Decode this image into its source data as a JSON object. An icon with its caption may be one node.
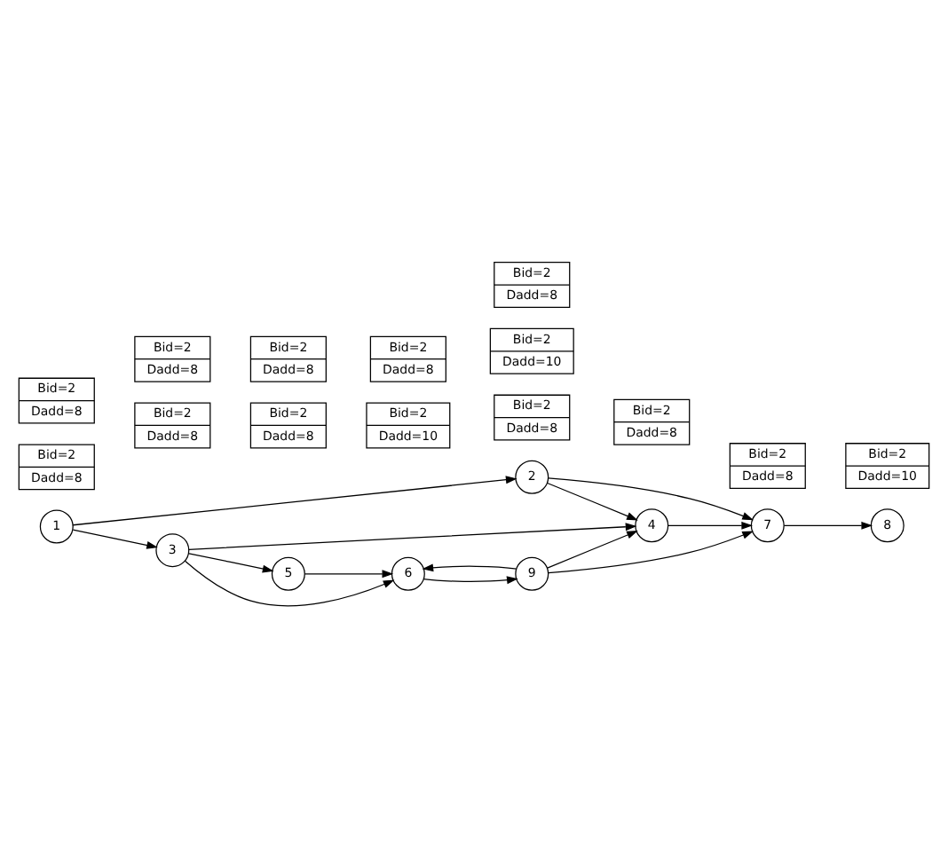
{
  "diagram": {
    "nodes": [
      {
        "text": [
          "1"
        ]
      },
      {
        "text": [
          "2"
        ]
      },
      {
        "text": [
          "3"
        ]
      },
      {
        "text": [
          "4"
        ]
      },
      {
        "text": [
          "5"
        ]
      },
      {
        "text": [
          "6"
        ]
      },
      {
        "text": [
          "7"
        ]
      },
      {
        "text": [
          "8"
        ]
      },
      {
        "text": [
          "9"
        ]
      },
      {
        "text": [
          "Bid=2",
          "Dadd=8"
        ]
      },
      {
        "text": [
          "Bid=2",
          "Dadd=8"
        ]
      },
      {
        "text": [
          "Bid=2",
          "Dadd=8"
        ]
      },
      {
        "text": [
          "Bid=2",
          "Dadd=8"
        ]
      },
      {
        "text": [
          "Bid=2",
          "Dadd=8"
        ]
      },
      {
        "text": [
          "Bid=2",
          "Dadd=10"
        ]
      },
      {
        "text": [
          "Bid=2",
          "Dadd=8"
        ]
      },
      {
        "text": [
          "Bid=2",
          "Dadd=10"
        ]
      },
      {
        "text": [
          "Bid=2",
          "Dadd=8"
        ]
      },
      {
        "text": [
          "Bid=2",
          "Dadd=8"
        ]
      },
      {
        "text": [
          "Bid=2",
          "Dadd=8"
        ]
      },
      {
        "text": [
          "Bid=2",
          "Dadd=10"
        ]
      },
      {
        "text": [
          "Bid=2",
          "Dadd=8"
        ]
      },
      {
        "text": [
          "Bid=2",
          "Dadd=8"
        ]
      }
    ],
    "edges": [
      {
        "from": 0,
        "to": 1,
        "arrow": "to"
      },
      {
        "from": 0,
        "to": 2,
        "arrow": "to"
      },
      {
        "from": 1,
        "to": 6,
        "arrow": "to"
      },
      {
        "from": 1,
        "to": 3,
        "arrow": "to"
      },
      {
        "from": 3,
        "to": 6,
        "arrow": "to"
      },
      {
        "from": 6,
        "to": 7,
        "arrow": "to"
      },
      {
        "from": 2,
        "to": 3,
        "arrow": "to"
      },
      {
        "from": 2,
        "to": 4,
        "arrow": "to"
      },
      {
        "from": 2,
        "to": 5,
        "arrow": "to"
      },
      {
        "from": 4,
        "to": 5,
        "arrow": "to"
      },
      {
        "from": 8,
        "to": 3,
        "arrow": "to"
      },
      {
        "from": 8,
        "to": 6,
        "arrow": "to"
      },
      {
        "from": 5,
        "to": 8,
        "arrow": "to"
      },
      {
        "from": 8,
        "to": 5,
        "arrow": "to"
      }
    ]
  }
}
